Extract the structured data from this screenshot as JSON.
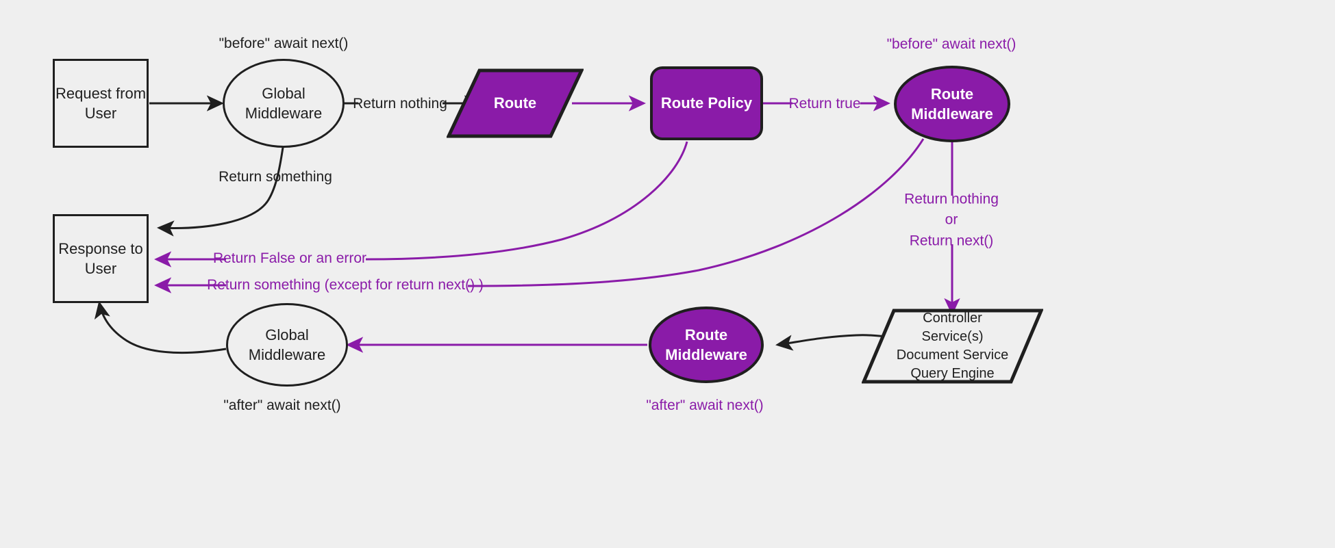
{
  "diagram": {
    "title": "Middleware request lifecycle flow",
    "background_color": "#efefef",
    "colors": {
      "purple": "#8A1BA8",
      "dark": "#1f1f1f",
      "node_fill_light": "#efefef",
      "text_on_purple": "#ffffff"
    }
  },
  "nodes": {
    "request_from_user": {
      "label": "Request from\nUser",
      "shape": "rectangle",
      "style": "light"
    },
    "global_middleware_top": {
      "label": "Global\nMiddleware",
      "shape": "ellipse",
      "style": "light"
    },
    "route": {
      "label": "Route",
      "shape": "parallelogram",
      "style": "purple"
    },
    "route_policy": {
      "label": "Route Policy",
      "shape": "rounded-rectangle",
      "style": "purple"
    },
    "route_middleware_top": {
      "label": "Route\nMiddleware",
      "shape": "ellipse",
      "style": "purple"
    },
    "response_to_user": {
      "label": "Response to\nUser",
      "shape": "rectangle",
      "style": "light"
    },
    "global_middleware_bottom": {
      "label": "Global\nMiddleware",
      "shape": "ellipse",
      "style": "light"
    },
    "route_middleware_bottom": {
      "label": "Route\nMiddleware",
      "shape": "ellipse",
      "style": "purple"
    },
    "controller_stack": {
      "label": "Controller\nService(s)\nDocument Service\nQuery Engine",
      "shape": "parallelogram",
      "style": "light"
    }
  },
  "annotations": {
    "before_await_next_global": {
      "text": "\"before\" await next()",
      "color": "dark"
    },
    "before_await_next_route": {
      "text": "\"before\" await next()",
      "color": "purple"
    },
    "after_await_next_global": {
      "text": "\"after\" await next()",
      "color": "dark"
    },
    "after_await_next_route": {
      "text": "\"after\" await next()",
      "color": "purple"
    }
  },
  "edge_labels": {
    "return_nothing": {
      "text": "Return nothing",
      "color": "dark"
    },
    "return_something_top": {
      "text": "Return something",
      "color": "dark"
    },
    "return_true": {
      "text": "Return true",
      "color": "purple"
    },
    "return_false_or_error": {
      "text": "Return False or an error",
      "color": "purple"
    },
    "return_something_except": {
      "text": "Return something (except for return next() )",
      "color": "purple"
    },
    "return_nothing_or_next": {
      "text": "Return nothing\nor\nReturn next()",
      "color": "purple"
    }
  }
}
